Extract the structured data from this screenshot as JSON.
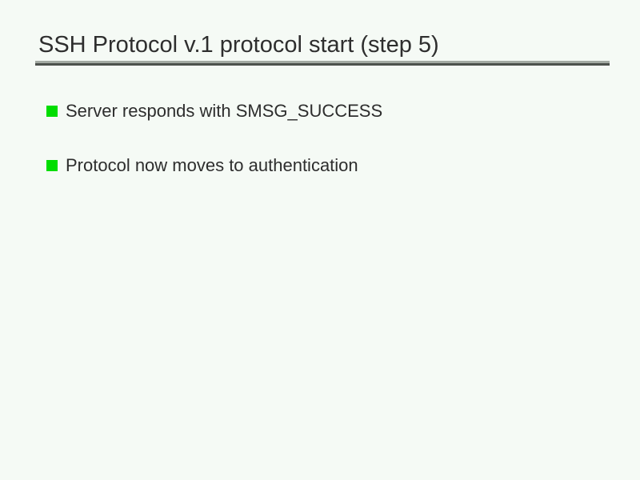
{
  "slide": {
    "title": "SSH Protocol v.1 protocol start (step 5)",
    "bullets": [
      {
        "label": "Server responds with SMSG_SUCCESS"
      },
      {
        "label": "Protocol now moves to authentication"
      }
    ],
    "colors": {
      "background": "#f5faf5",
      "bullet_green": "#00dd00",
      "title_text": "#2e2e2e",
      "body_text": "#2d2d2d",
      "rule_top": "#a3aaa3",
      "rule_bottom": "#4d524d"
    }
  }
}
